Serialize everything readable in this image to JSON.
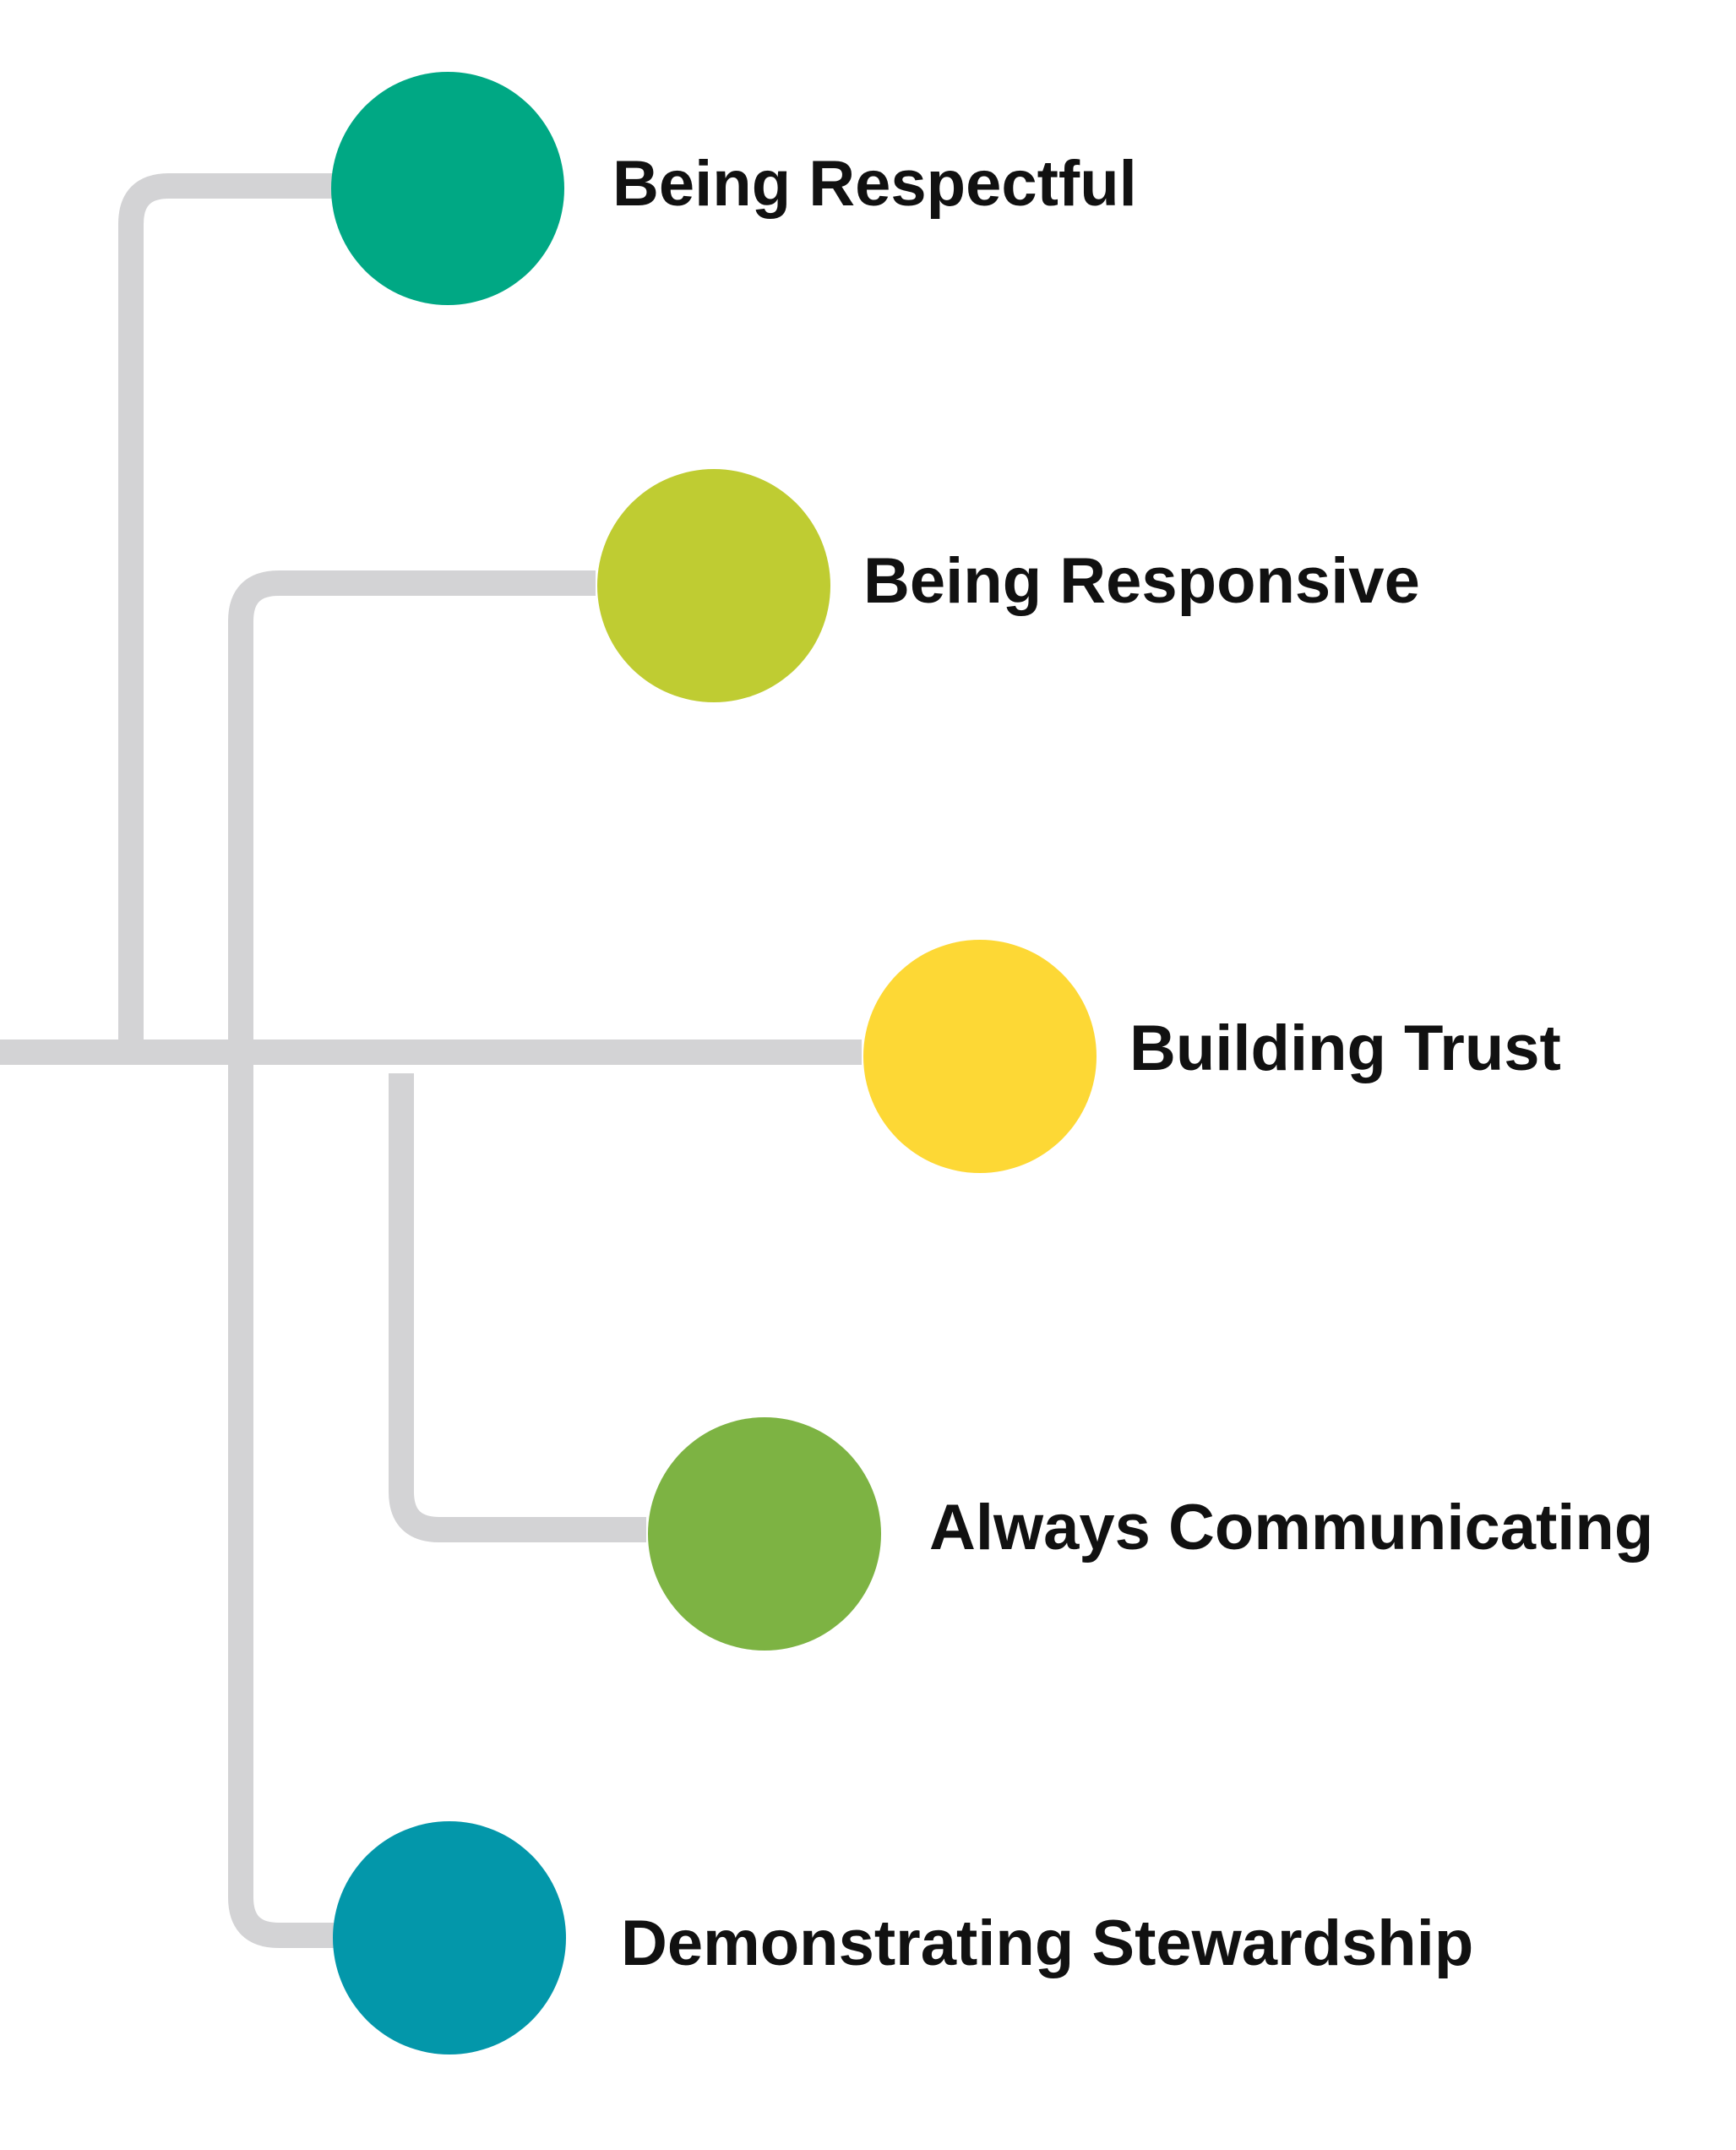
{
  "diagram": {
    "connector_color": "#D3D3D5",
    "nodes": [
      {
        "id": "respectful",
        "label": "Being Respectful",
        "color": "#00A884"
      },
      {
        "id": "responsive",
        "label": "Being Responsive",
        "color": "#BFCC32"
      },
      {
        "id": "trust",
        "label": "Building Trust",
        "color": "#FDD835"
      },
      {
        "id": "communicating",
        "label": "Always Communicating",
        "color": "#7DB343"
      },
      {
        "id": "stewardship",
        "label": "Demonstrating Stewardship",
        "color": "#0397AA"
      }
    ]
  }
}
